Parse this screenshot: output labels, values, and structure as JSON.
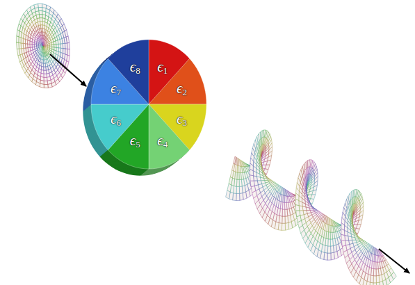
{
  "diagram": {
    "labels": [
      "ϵ1",
      "ϵ2",
      "ϵ3",
      "ϵ4",
      "ϵ5",
      "ϵ6",
      "ϵ7",
      "ϵ8"
    ]
  }
}
